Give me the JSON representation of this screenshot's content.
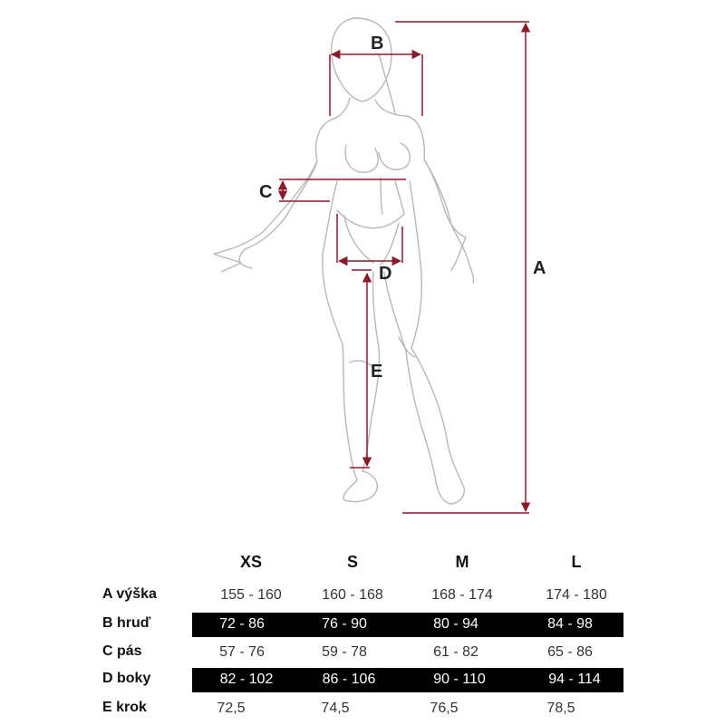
{
  "diagram": {
    "labels": {
      "a": "A",
      "b": "B",
      "c": "C",
      "d": "D",
      "e": "E"
    },
    "colors": {
      "measure_line": "#8b1a2b",
      "sketch": "#b8b8b8",
      "band": "#000000"
    }
  },
  "table": {
    "sizes": [
      "XS",
      "S",
      "M",
      "L"
    ],
    "rows": [
      {
        "label": "A výška",
        "values": [
          "155 - 160",
          "160 - 168",
          "168 - 174",
          "174 - 180"
        ]
      },
      {
        "label": "B hruď",
        "values": [
          "72 - 86",
          "76 - 90",
          "80 - 94",
          "84 - 98"
        ]
      },
      {
        "label": "C pás",
        "values": [
          "57 - 76",
          "59 - 78",
          "61 - 82",
          "65 - 86"
        ]
      },
      {
        "label": "D boky",
        "values": [
          "82 - 102",
          "86 - 106",
          "90 - 110",
          "94 - 114"
        ]
      },
      {
        "label": "E krok",
        "values": [
          "72,5",
          "74,5",
          "76,5",
          "78,5"
        ]
      }
    ]
  }
}
